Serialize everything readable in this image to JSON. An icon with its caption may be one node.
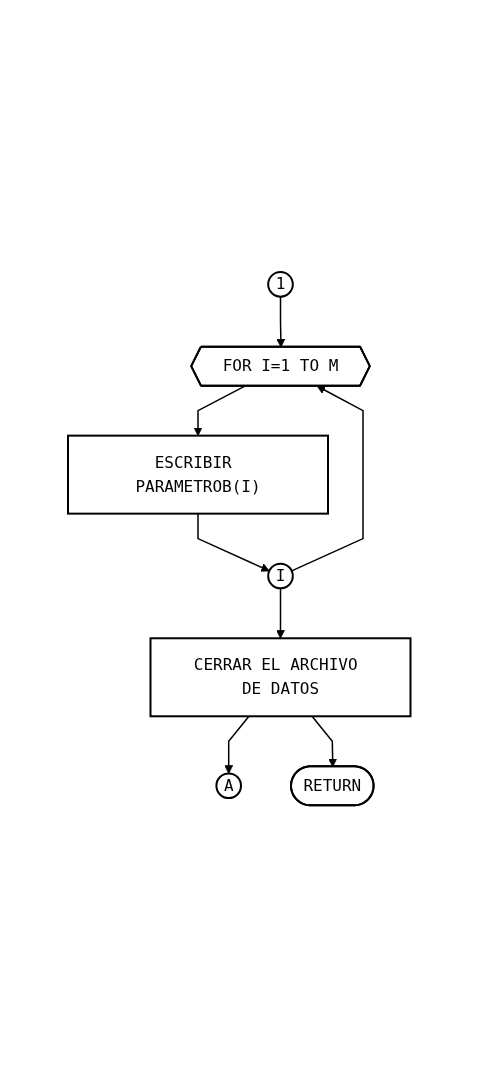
{
  "diagram": {
    "nodes": [
      {
        "text": [
          "1"
        ]
      },
      {
        "text": [
          "FOR I=1 TO M"
        ]
      },
      {
        "text": [
          "ESCRIBIR PARAMETROB(I)"
        ]
      },
      {
        "text": [
          "I"
        ]
      },
      {
        "text": [
          "CERRAR EL ARCHIVO DE DATOS"
        ]
      },
      {
        "text": [
          "A"
        ]
      },
      {
        "text": [
          "RETURN"
        ]
      }
    ],
    "edges": [
      {
        "from": 0,
        "to": 1,
        "arrow": "to"
      },
      {
        "from": 1,
        "to": 2,
        "arrow": "to"
      },
      {
        "from": 2,
        "to": 3,
        "arrow": "to"
      },
      {
        "from": 3,
        "to": 1,
        "arrow": "to"
      },
      {
        "from": 3,
        "to": 4,
        "arrow": "to"
      },
      {
        "from": 4,
        "to": 5,
        "arrow": "to"
      },
      {
        "from": 4,
        "to": 6,
        "arrow": "to"
      }
    ]
  }
}
